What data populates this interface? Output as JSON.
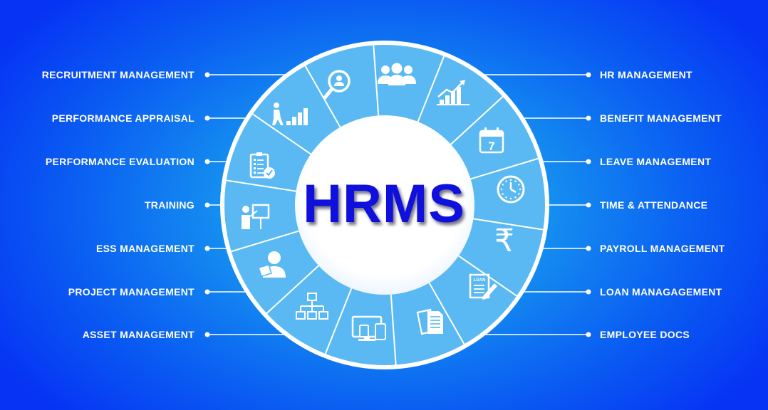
{
  "title": "HRMS",
  "colors": {
    "background_center": "#29b6f6",
    "background_edge": "#0633f4",
    "wheel_segment": "#5ab9f2",
    "hub": "#ffffff",
    "title_text": "#1010dd",
    "labels": "#ffffff"
  },
  "left_modules": [
    {
      "label": "RECRUITMENT MANAGEMENT",
      "icon": "magnifier-person-icon"
    },
    {
      "label": "PERFORMANCE APPRAISAL",
      "icon": "career-steps-icon"
    },
    {
      "label": "PERFORMANCE EVALUATION",
      "icon": "checklist-icon"
    },
    {
      "label": "TRAINING",
      "icon": "presentation-board-icon"
    },
    {
      "label": "ESS MANAGEMENT",
      "icon": "self-service-user-icon"
    },
    {
      "label": "PROJECT MANAGEMENT",
      "icon": "hierarchy-chart-icon"
    },
    {
      "label": "ASSET MANAGEMENT",
      "icon": "devices-icon"
    }
  ],
  "right_modules": [
    {
      "label": "HR MANAGEMENT",
      "icon": "people-group-icon"
    },
    {
      "label": "BENEFIT MANAGEMENT",
      "icon": "growth-chart-icon"
    },
    {
      "label": "LEAVE MANAGEMENT",
      "icon": "calendar-icon"
    },
    {
      "label": "TIME & ATTENDANCE",
      "icon": "clock-icon"
    },
    {
      "label": "PAYROLL MANAGEMENT",
      "icon": "rupee-icon"
    },
    {
      "label": "LOAN MANAGAGEMENT",
      "icon": "loan-form-icon"
    },
    {
      "label": "EMPLOYEE DOCS",
      "icon": "documents-icon"
    }
  ],
  "calendar_day": "7",
  "currency_symbol": "₹",
  "loan_text": "LOAN"
}
